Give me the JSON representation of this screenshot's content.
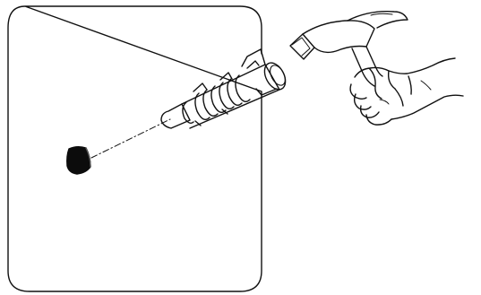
{
  "figure": {
    "type": "installation-illustration",
    "colors": {
      "ink": "#111111",
      "paper": "#ffffff",
      "hole": "#0c0c0c"
    },
    "icons": [
      "wall-panel",
      "drilled-hole",
      "wall-anchor",
      "hammer",
      "hand"
    ]
  }
}
